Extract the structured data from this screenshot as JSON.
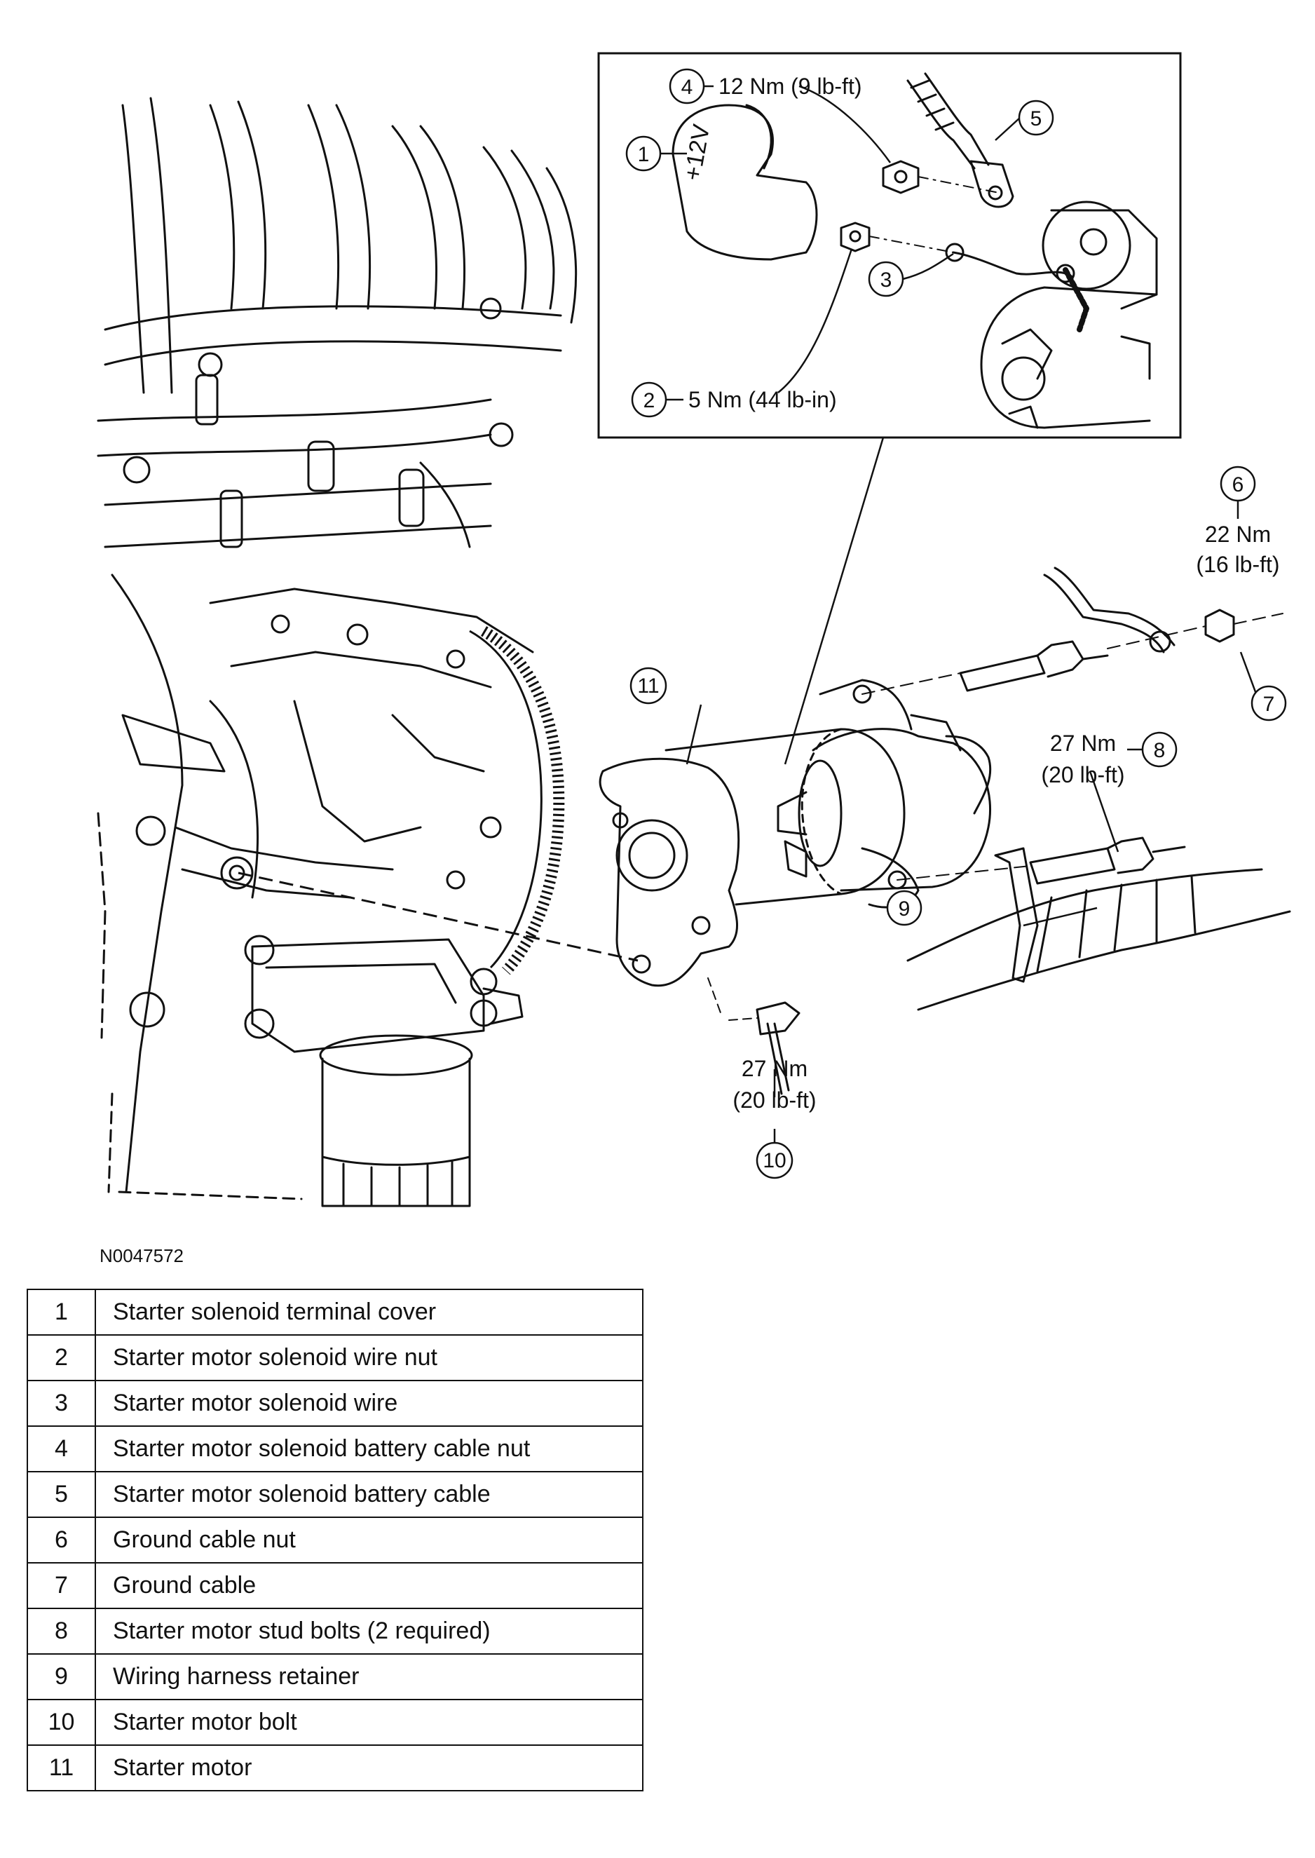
{
  "callouts": {
    "c4": {
      "num": "4",
      "torque": "12 Nm (9 lb-ft)"
    },
    "c2": {
      "num": "2",
      "torque": "5 Nm (44 lb-in)"
    },
    "c1": {
      "num": "1"
    },
    "c3": {
      "num": "3"
    },
    "c5": {
      "num": "5"
    },
    "c6": {
      "num": "6",
      "torque_nm": "22 Nm",
      "torque_lbft": "(16 lb-ft)"
    },
    "c7": {
      "num": "7"
    },
    "c8": {
      "num": "8",
      "torque_nm": "27 Nm",
      "torque_lbft": "(20 lb-ft)"
    },
    "c9": {
      "num": "9"
    },
    "c10": {
      "num": "10",
      "torque_nm": "27 Nm",
      "torque_lbft": "(20 lb-ft)"
    },
    "c11": {
      "num": "11"
    }
  },
  "cover_marking": "+12V",
  "reference_code": "N0047572",
  "legend": [
    {
      "num": "1",
      "desc": "Starter solenoid terminal cover"
    },
    {
      "num": "2",
      "desc": "Starter motor solenoid wire nut"
    },
    {
      "num": "3",
      "desc": "Starter motor solenoid wire"
    },
    {
      "num": "4",
      "desc": "Starter motor solenoid battery cable nut"
    },
    {
      "num": "5",
      "desc": "Starter motor solenoid battery cable"
    },
    {
      "num": "6",
      "desc": "Ground cable nut"
    },
    {
      "num": "7",
      "desc": "Ground cable"
    },
    {
      "num": "8",
      "desc": "Starter motor stud bolts (2 required)"
    },
    {
      "num": "9",
      "desc": "Wiring harness retainer"
    },
    {
      "num": "10",
      "desc": "Starter motor bolt"
    },
    {
      "num": "11",
      "desc": "Starter motor"
    }
  ]
}
